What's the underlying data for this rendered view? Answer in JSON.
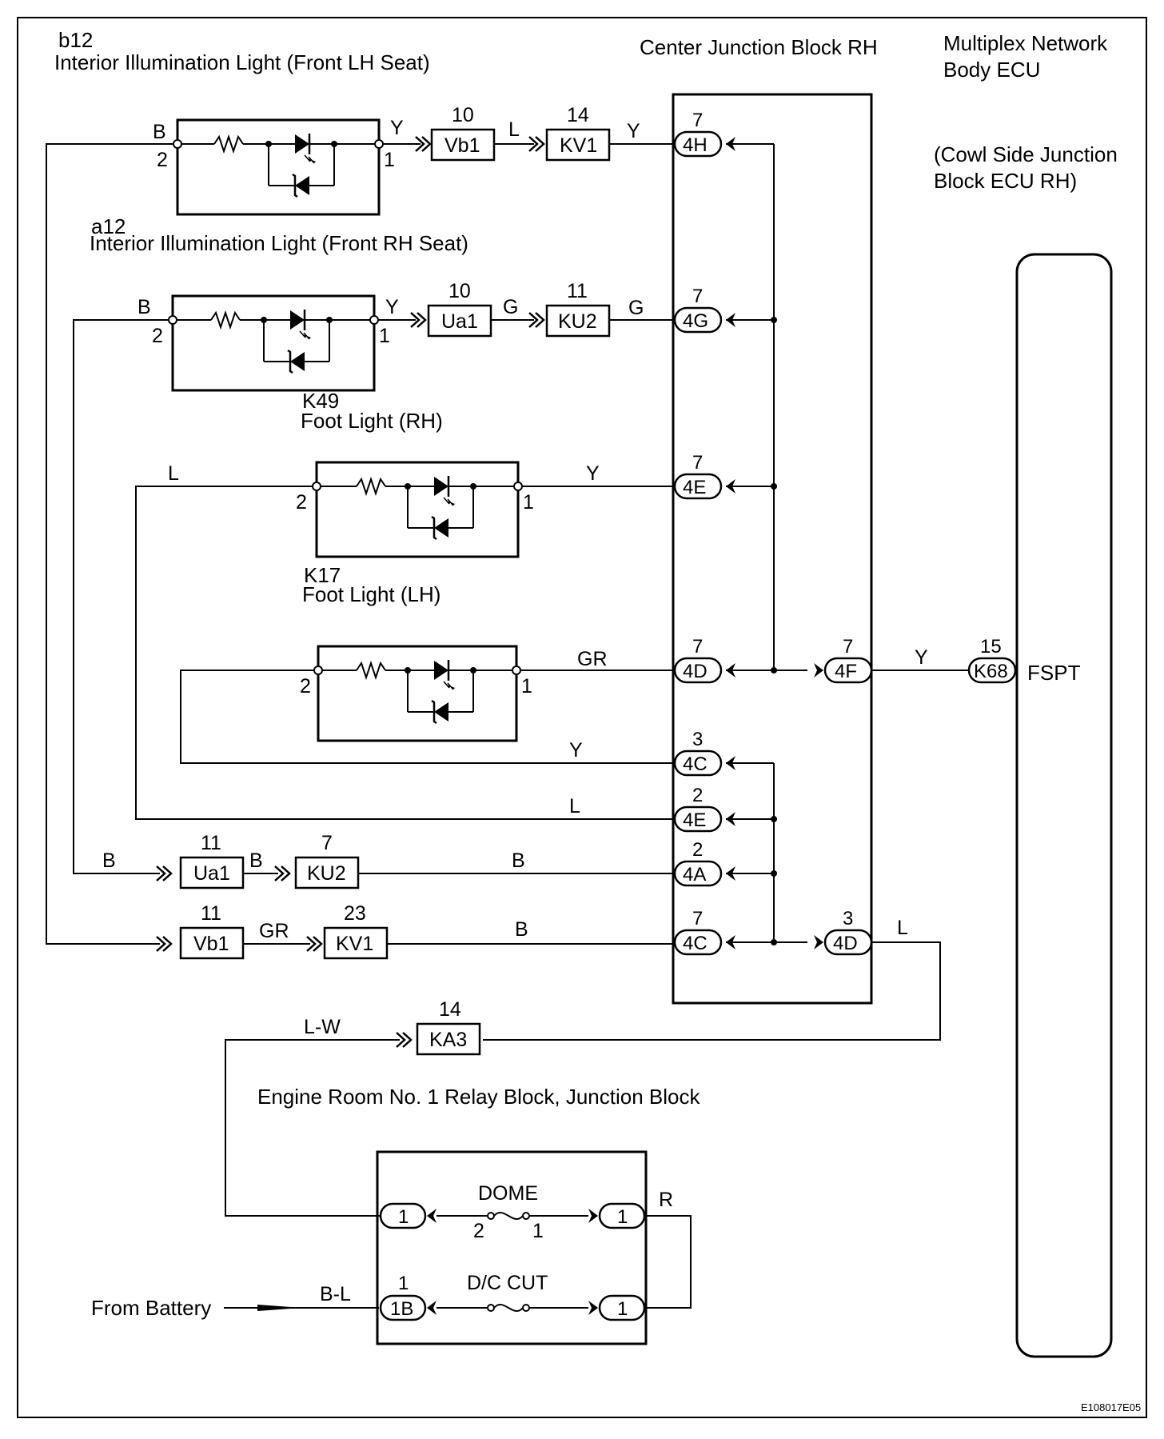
{
  "components": {
    "b12": {
      "code": "b12",
      "name": "Interior Illumination Light (Front LH Seat)"
    },
    "a12": {
      "code": "a12",
      "name": "Interior Illumination Light (Front RH Seat)"
    },
    "k49": {
      "code": "K49",
      "name": "Foot Light (RH)"
    },
    "k17": {
      "code": "K17",
      "name": "Foot Light (LH)"
    },
    "cjb": {
      "name": "Center Junction Block RH"
    },
    "ecu": {
      "name_line1": "Multiplex Network",
      "name_line2": "Body ECU",
      "sub_line1": "(Cowl Side Junction",
      "sub_line2": "Block ECU RH)",
      "terminal": "FSPT"
    },
    "engine_room": {
      "name": "Engine Room No. 1 Relay Block, Junction Block"
    },
    "battery": {
      "label": "From Battery"
    }
  },
  "fuses": {
    "dome": "DOME",
    "dc_cut": "D/C CUT",
    "dome_pin_left": "2",
    "dome_pin_right": "1"
  },
  "pins": {
    "p1": "1",
    "p2": "2"
  },
  "wires": {
    "b12_in": "B",
    "b12_out": "Y",
    "b12_mid": "L",
    "b12_cjb": "Y",
    "a12_in": "B",
    "a12_out": "Y",
    "a12_mid": "G",
    "a12_cjb": "G",
    "k49_in": "L",
    "k49_out": "Y",
    "k17_out": "GR",
    "ret_4c3": "Y",
    "ret_4e2": "L",
    "ua1_in": "B",
    "ua1_mid": "B",
    "ku2_out": "B",
    "vb1_mid": "GR",
    "kv1_out": "B",
    "ecu_link": "Y",
    "ret_4d": "L",
    "lw": "L-W",
    "relay_r": "R",
    "battery": "B-L"
  },
  "connectors": {
    "vb1_top": {
      "code": "Vb1",
      "pin": "10"
    },
    "kv1_top": {
      "code": "KV1",
      "pin": "14"
    },
    "ua1_top": {
      "code": "Ua1",
      "pin": "10"
    },
    "ku2_top": {
      "code": "KU2",
      "pin": "11"
    },
    "ua1_bot": {
      "code": "Ua1",
      "pin": "11"
    },
    "ku2_bot": {
      "code": "KU2",
      "pin": "7"
    },
    "vb1_bot": {
      "code": "Vb1",
      "pin": "11"
    },
    "kv1_bot": {
      "code": "KV1",
      "pin": "23"
    },
    "ka3": {
      "code": "KA3",
      "pin": "14"
    },
    "k68": {
      "code": "K68",
      "pin": "15"
    },
    "j4h": {
      "code": "4H",
      "pin": "7"
    },
    "j4g": {
      "code": "4G",
      "pin": "7"
    },
    "j4e7": {
      "code": "4E",
      "pin": "7"
    },
    "j4d7": {
      "code": "4D",
      "pin": "7"
    },
    "j4f": {
      "code": "4F",
      "pin": "7"
    },
    "j4c3": {
      "code": "4C",
      "pin": "3"
    },
    "j4e2": {
      "code": "4E",
      "pin": "2"
    },
    "j4a": {
      "code": "4A",
      "pin": "2"
    },
    "j4c7": {
      "code": "4C",
      "pin": "7"
    },
    "j4d3": {
      "code": "4D",
      "pin": "3"
    },
    "er_dome_l": {
      "code": "1"
    },
    "er_dome_r": {
      "code": "1"
    },
    "er_1b": {
      "code": "1B",
      "pin": "1"
    },
    "er_dc_r": {
      "code": "1"
    }
  },
  "figure_code": "E108017E05"
}
